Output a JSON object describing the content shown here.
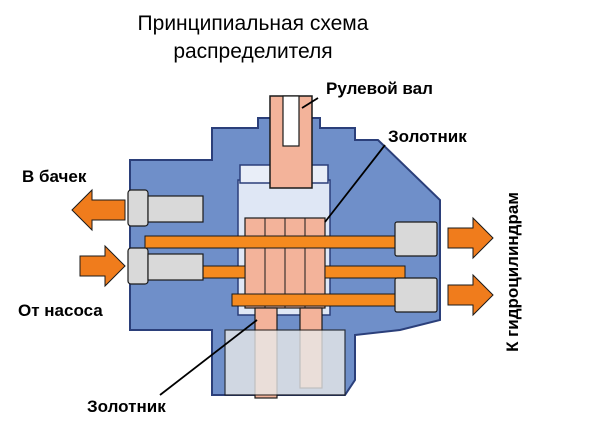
{
  "diagram": {
    "title_line1": "Принципиальная схема",
    "title_line2": "распределителя",
    "labels": {
      "steering_shaft": "Рулевой вал",
      "spool_top": "Золотник",
      "to_tank": "В бачек",
      "from_pump": "От насоса",
      "spool_bottom": "Золотник",
      "to_cylinders": "К гидроцилиндрам"
    },
    "colors": {
      "housing": "#6f8fc9",
      "housing_outline": "#2b3f7a",
      "arrow_orange": "#f07c1c",
      "spool_pink": "#f3b39a",
      "channel_orange": "#f58a1f",
      "fitting_gray": "#d9d9d9",
      "outline": "#1a1a1a"
    }
  }
}
